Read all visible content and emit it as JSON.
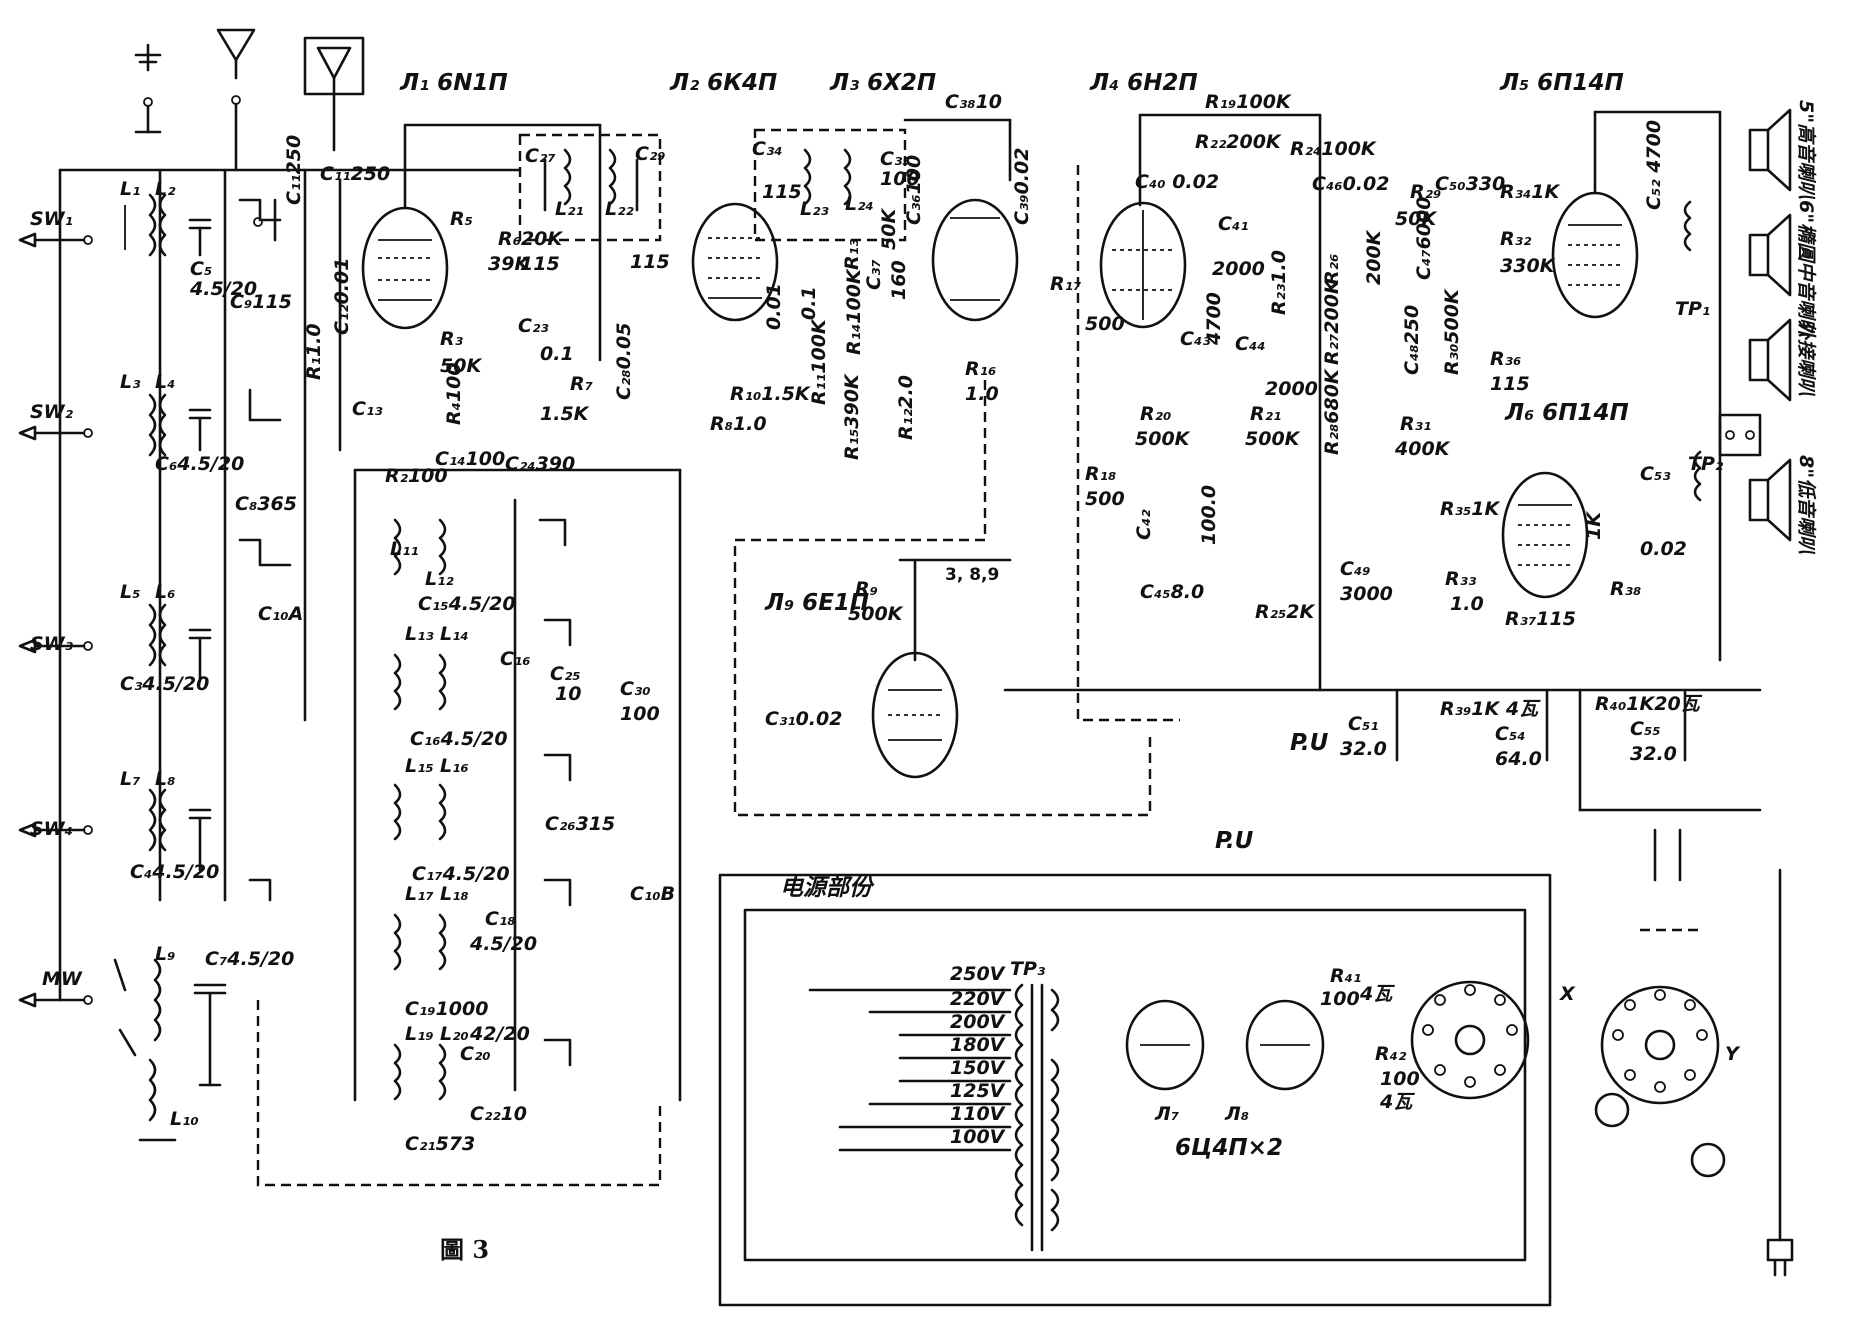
{
  "figure_caption": "圖 3",
  "power_section_title": "电源部份",
  "tubes": [
    {
      "id": "L1",
      "label": "Л₁ 6N1П"
    },
    {
      "id": "L2",
      "label": "Л₂ 6К4П"
    },
    {
      "id": "L3",
      "label": "Л₃ 6Х2П"
    },
    {
      "id": "L4",
      "label": "Л₄ 6Н2П"
    },
    {
      "id": "L5",
      "label": "Л₅ 6П14П"
    },
    {
      "id": "L6",
      "label": "Л₆ 6П14П"
    },
    {
      "id": "L9",
      "label": "Л₉ 6Е1П"
    },
    {
      "id": "L7",
      "label": "Л₇"
    },
    {
      "id": "L8",
      "label": "Л₈"
    },
    {
      "id": "rect",
      "label": "6Ц4П×2"
    }
  ],
  "band_switches": [
    "SW₁",
    "SW₂",
    "SW₃",
    "SW₄",
    "MW"
  ],
  "inputs": {
    "pu1": "P.U",
    "pu2": "P.U",
    "x": "X",
    "y": "Y"
  },
  "transformer": {
    "name": "TP₃",
    "taps": [
      "250V",
      "220V",
      "200V",
      "180V",
      "150V",
      "125V",
      "110V",
      "100V"
    ]
  },
  "output": {
    "tp1": "TP₁",
    "tp2": "TP₂",
    "speakers": [
      "5\"高音喇叭",
      "6\"橢圓中音喇叭",
      "外接喇叭",
      "8\"低音喇叭"
    ]
  },
  "components": {
    "C11": "C₁₁250",
    "C11b": "C₁₁250",
    "C9": "C₉115",
    "C8": "C₈365",
    "C5": "C₅",
    "C5v": "4.5/20",
    "C6": "C₆4.5/20",
    "C3": "C₃4.5/20",
    "C4": "C₄4.5/20",
    "C7": "C₇4.5/20",
    "C10A": "C₁₀A",
    "C10B": "C₁₀B",
    "R1": "R₁1.0",
    "C12": "C₁₂0.01",
    "C13": "C₁₃",
    "R2": "R₂100",
    "C14": "C₁₄100",
    "R3": "R₃",
    "R3v": "50K",
    "R4": "R₄100",
    "R5": "R₅",
    "R5v": "39K",
    "R6": "R₆20K",
    "C23": "C₂₃",
    "C23v": "0.1",
    "R7": "R₇",
    "R7v": "1.5K",
    "C24": "C₂₄390",
    "C27": "C₂₇",
    "C27v": "115",
    "C29": "C₂₉",
    "C29v": "115",
    "L21": "L₂₁",
    "L22": "L₂₂",
    "C28": "C₂₈0.05",
    "C34": "C₃₄",
    "C34v": "115",
    "L23": "L₂₃",
    "L24": "L₂₄",
    "C35": "C₃₅",
    "C35v": "100",
    "C36": "C₃₆100",
    "C38": "C₃₈10",
    "R13": "R₁₃",
    "R13v": "50K",
    "C37": "C₃₇",
    "C37v": "160",
    "R14": "R₁₄100K",
    "R11": "R₁₁100K",
    "R10": "R₁₀1.5K",
    "C32": "0.01",
    "C33": "0.1",
    "R8": "R₈1.0",
    "R9s": "R₁₅390K",
    "R12": "R₁₂2.0",
    "R16": "R₁₆",
    "R16v": "1.0",
    "C39": "C₃₉0.02",
    "R19": "R₁₉100K",
    "R22": "R₂₂200K",
    "R24": "R₂₄100K",
    "C40": "C₄₀ 0.02",
    "R17": "R₁₇",
    "R17v": "500",
    "C41": "C₄₁",
    "C41v": "2000",
    "R23": "R₂₃1.0",
    "C43": "C₄₃",
    "C43v": "4700",
    "C44": "C₄₄",
    "C44v": "2000",
    "R20": "R₂₀",
    "R20v": "500K",
    "R21": "R₂₁",
    "R21v": "500K",
    "R18": "R₁₈",
    "R18v": "500",
    "C42": "C₄₂",
    "C42v": "100.0",
    "C45": "C₄₅8.0",
    "R25": "R₂₅2K",
    "C46": "C₄₆0.02",
    "R29": "R₂₉",
    "R29v": "50K",
    "C50": "C₅₀330",
    "R34": "R₃₄1K",
    "C52": "C₅₂ 4700",
    "R26": "R₂₆",
    "R26v": "200K",
    "C47": "C₄₇6000",
    "R27": "R₂₇200K",
    "R28": "R₂₈680K",
    "C48": "C₄₈250",
    "R30": "R₃₀500K",
    "R32": "R₃₂",
    "R32v": "330K",
    "R36": "R₃₆",
    "R36v": "115",
    "R31": "R₃₁",
    "R31v": "400K",
    "R35": "R₃₅1K",
    "C53": "C₅₃",
    "C53v": "0.02",
    "C49": "C₄₉",
    "C49v": "3000",
    "R33": "R₃₃",
    "R33v": "1.0",
    "R37": "R₃₇115",
    "R38": "R₃₈",
    "R38v": "1K",
    "R9": "R₉",
    "R9v": "500K",
    "C31": "C₃₁0.02",
    "C15": "C₁₅4.5/20",
    "C25": "C₂₅",
    "C25v": "10",
    "C16": "C₁₆",
    "C16v": "C₁₆4.5/20",
    "C26": "C₂₆315",
    "C17": "C₁₇4.5/20",
    "C18": "C₁₈",
    "C18v": "4.5/20",
    "C19": "C₁₉1000",
    "C20": "C₂₀",
    "C20v": "42/20",
    "C21": "C₂₁573",
    "C22": "C₂₂10",
    "C30": "C₃₀",
    "C30v": "100",
    "C51": "C₅₁",
    "C51v": "32.0",
    "R39": "R₃₉1K 4瓦",
    "C54": "C₅₄",
    "C54v": "64.0",
    "R40": "R₄₀1K20瓦",
    "C55": "C₅₅",
    "C55v": "32.0",
    "R41": "R₄₁",
    "R41v": "100",
    "R41w": "4瓦",
    "R42": "R₄₂",
    "R42v": "100",
    "R42w": "4瓦"
  },
  "coils": [
    "L₁",
    "L₂",
    "L₃",
    "L₄",
    "L₅",
    "L₆",
    "L₇",
    "L₈",
    "L₉",
    "L₁₀",
    "L₁₁",
    "L₁₂",
    "L₁₃",
    "L₁₄",
    "L₁₅",
    "L₁₆",
    "L₁₇",
    "L₁₈",
    "L₁₉",
    "L₂₀"
  ],
  "tube_pins": {
    "L9_pins": "3, 8,9"
  }
}
